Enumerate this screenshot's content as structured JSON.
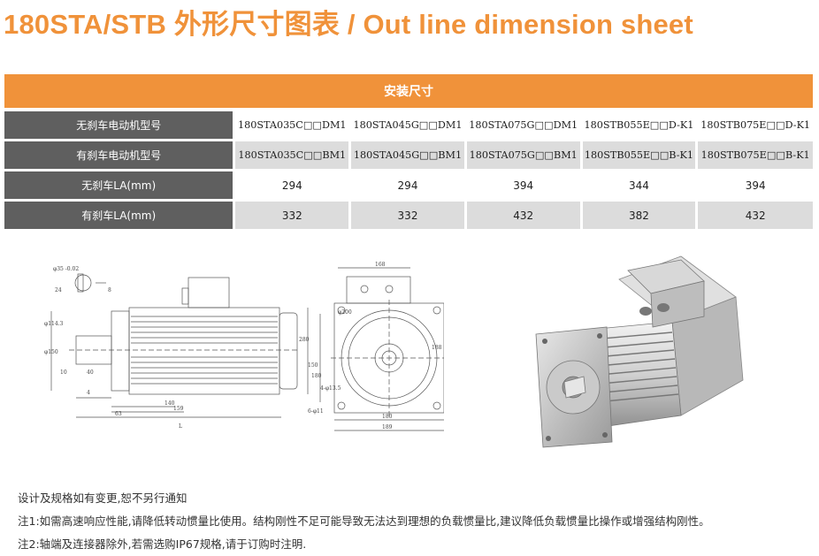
{
  "title": "180STA/STB 外形尺寸图表 / Out line dimension sheet",
  "table": {
    "header": "安装尺寸",
    "rows": [
      {
        "label": "无刹车电动机型号",
        "cells": [
          "180STA035C□□DM1",
          "180STA045G□□DM1",
          "180STA075G□□DM1",
          "180STB055E□□D-K1",
          "180STB075E□□D-K1"
        ]
      },
      {
        "label": "有刹车电动机型号",
        "cells": [
          "180STA035C□□BM1",
          "180STA045G□□BM1",
          "180STA075G□□BM1",
          "180STB055E□□B-K1",
          "180STB075E□□B-K1"
        ]
      },
      {
        "label": "无刹车LA(mm)",
        "cells": [
          "294",
          "294",
          "394",
          "344",
          "394"
        ]
      },
      {
        "label": "有刹车LA(mm)",
        "cells": [
          "332",
          "332",
          "432",
          "382",
          "432"
        ]
      }
    ]
  },
  "drawing": {
    "side_dims": [
      "φ35 -0.02",
      "24",
      "8",
      "φ114.3",
      "φ150",
      "40",
      "10",
      "4",
      "140",
      "159",
      "63",
      "L",
      "280"
    ],
    "front_dims": [
      "168",
      "φ200",
      "180",
      "188",
      "4-φ13.5",
      "6-φ11",
      "180",
      "150",
      "189"
    ]
  },
  "notes": [
    "设计及规格如有变更,恕不另行通知",
    "注1:如需高速响应性能,请降低转动惯量比使用。结构刚性不足可能导致无法达到理想的负载惯量比,建议降低负载惯量比操作或增强结构刚性。",
    "注2:轴端及连接器除外,若需选购IP67规格,请于订购时注明."
  ],
  "colors": {
    "accent": "#f0923a",
    "label_bg": "#5f5f5f",
    "alt_row": "#dcdcdc"
  }
}
